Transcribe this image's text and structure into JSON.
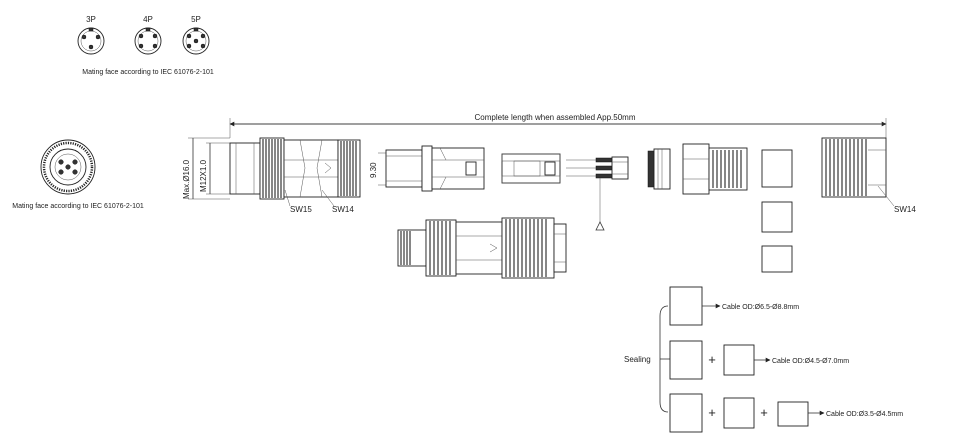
{
  "pin_variants": [
    {
      "label": "3P"
    },
    {
      "label": "4P"
    },
    {
      "label": "5P"
    }
  ],
  "mating_face_top": "Mating face according to IEC 61076-2-101",
  "mating_face_left": "Mating face according to IEC 61076-2-101",
  "complete_length": "Complete length when assembled App.50mm",
  "dimensions": {
    "max_diameter": "Max.Ø16.0",
    "thread": "M12X1.0",
    "pin_dia": "9.30"
  },
  "wrench_sizes": {
    "sw15": "SW15",
    "sw14_body": "SW14",
    "sw14_nut": "SW14"
  },
  "sealing": {
    "label": "Sealing",
    "plus": "+",
    "options": [
      {
        "text": "Cable OD:Ø6.5-Ø8.8mm"
      },
      {
        "text": "Cable OD:Ø4.5-Ø7.0mm"
      },
      {
        "text": "Cable OD:Ø3.5-Ø4.5mm"
      }
    ]
  }
}
